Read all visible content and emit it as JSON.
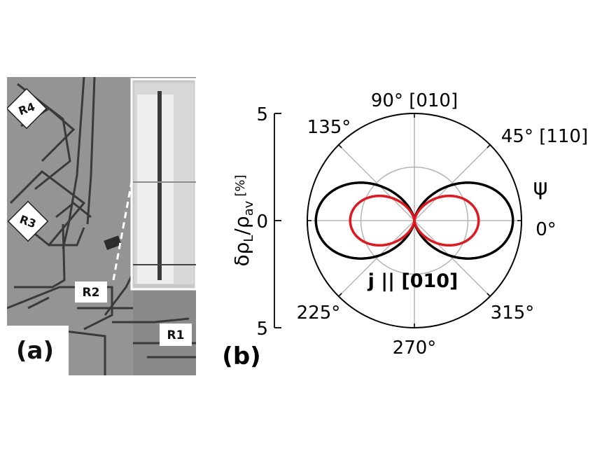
{
  "panel_a": {
    "label": "(a)",
    "regions": [
      "R4",
      "R3",
      "R2",
      "R1"
    ]
  },
  "panel_b": {
    "label": "(b)",
    "ylabel_main": "δρ",
    "ylabel_sub1": "L",
    "ylabel_slash": "/ρ",
    "ylabel_sub2": "av",
    "ylabel_unit": "[%]",
    "radial_ticks": [
      "5",
      "0",
      "5"
    ],
    "angle_labels": {
      "a90": "90° [010]",
      "a45": "45° [110]",
      "a135": "135°",
      "a0": "0°",
      "a225": "225°",
      "a270": "270°",
      "a315": "315°"
    },
    "psi_label": "ψ",
    "current_prefix": "j || ",
    "current_dir": "[010]"
  },
  "colors": {
    "black_series": "#000000",
    "red_series": "#e8141b",
    "grid": "#b5b5b5"
  },
  "chart_data": {
    "type": "polar",
    "angle_unit": "deg",
    "radial_range": [
      -5,
      5
    ],
    "series": [
      {
        "color": "#000000",
        "amplitude_percent": 4.6,
        "form": "cos^2(psi) lobes"
      },
      {
        "color": "#e8141b",
        "amplitude_percent": 3.0,
        "form": "cos^2(psi) lobes"
      }
    ]
  }
}
